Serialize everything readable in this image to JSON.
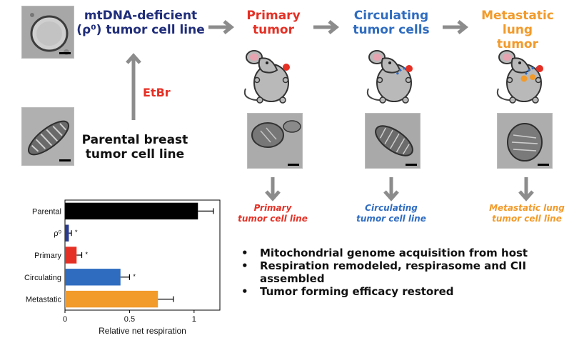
{
  "labels": {
    "mtdna_deficient": [
      "mtDNA-deficient",
      "(ρ⁰) tumor cell line"
    ],
    "etbr": "EtBr",
    "parental": [
      "Parental breast",
      "tumor cell line"
    ],
    "primary_tumor": [
      "Primary",
      "tumor"
    ],
    "circulating_tumor_cells": [
      "Circulating",
      "tumor cells"
    ],
    "metastatic_lung_tumor": [
      "Metastatic",
      "lung tumor"
    ],
    "primary_cell_line": [
      "Primary",
      "tumor cell line"
    ],
    "circulating_cell_line": [
      "Circulating",
      "tumor cell line"
    ],
    "metastatic_cell_line": [
      "Metastatic lung",
      "tumor cell line"
    ]
  },
  "bullets": [
    "Mitochondrial genome acquisition from host",
    "Respiration remodeled, respirasome and CII assembled",
    "Tumor forming efficacy restored"
  ],
  "colors": {
    "red": "#e53025",
    "navy": "#1f2d7a",
    "blue": "#2f6cc0",
    "orange": "#f29a2a",
    "arrow": "#8c8c8c",
    "black": "#111111"
  },
  "icons": [
    "electron-micrograph-icon",
    "mouse-icon",
    "arrow-right-icon",
    "arrow-down-icon",
    "arrow-up-icon"
  ],
  "chart_data": {
    "type": "bar",
    "orientation": "horizontal",
    "categories": [
      "Parental",
      "ρ⁰",
      "Primary",
      "Circulating",
      "Metastatic"
    ],
    "values": [
      1.03,
      0.03,
      0.09,
      0.43,
      0.72
    ],
    "errors": [
      0.12,
      0.02,
      0.04,
      0.07,
      0.12
    ],
    "significance": [
      "",
      "*",
      "*",
      "*",
      ""
    ],
    "bar_colors": [
      "#000000",
      "#2a3a8c",
      "#e53025",
      "#2f6cc0",
      "#f29a2a"
    ],
    "xlabel": "Relative net respiration",
    "xlim": [
      0,
      1.2
    ],
    "xticks": [
      0,
      0.5,
      1
    ],
    "xticklabels": [
      "0",
      "0.5",
      "1"
    ],
    "grid": false
  }
}
